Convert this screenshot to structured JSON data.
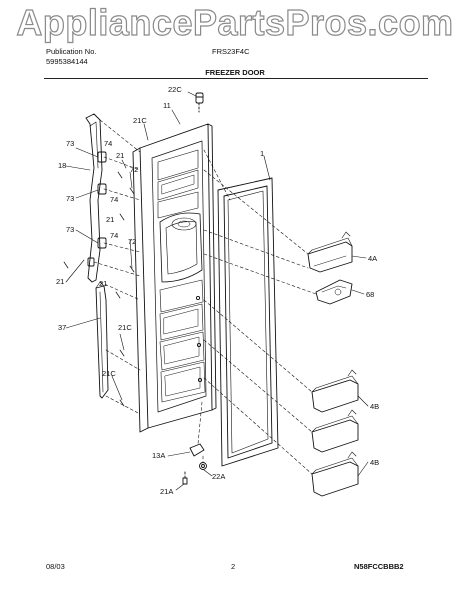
{
  "watermark": "AppliancePartsPros.com",
  "header": {
    "publication_label": "Publication No.",
    "publication_number": "5995384144",
    "model": "FRS23F4C",
    "section": "FREEZER DOOR"
  },
  "callouts": {
    "c22C_top": "22C",
    "c11": "11",
    "c21C_top": "21C",
    "c1": "1",
    "c73_a": "73",
    "c74_a": "74",
    "c21_a": "21",
    "c18": "18",
    "c72_a": "72",
    "c73_b": "73",
    "c74_b": "74",
    "c21_b": "21",
    "c73_c": "73",
    "c74_c": "74",
    "c72_b": "72",
    "c21_c": "21",
    "c21_d": "21",
    "c4A": "4A",
    "c68": "68",
    "c37": "37",
    "c21C_mid": "21C",
    "c21C_low": "21C",
    "c4B_a": "4B",
    "c4B_b": "4B",
    "c13A": "13A",
    "c22A": "22A",
    "c21A": "21A"
  },
  "footer": {
    "date": "08/03",
    "page": "2",
    "code": "N58FCCBBB2"
  }
}
